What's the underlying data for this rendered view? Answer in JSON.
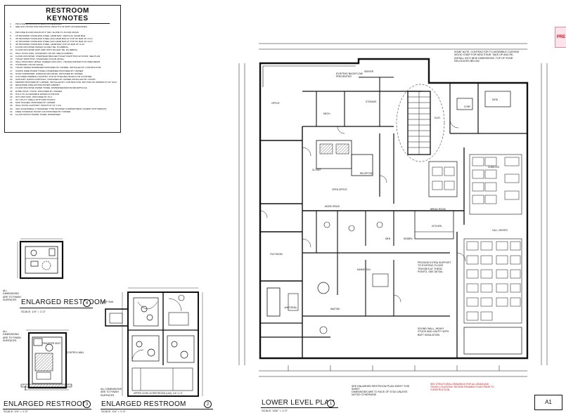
{
  "keynotes": {
    "title": "RESTROOM KEYNOTES",
    "items": [
      "PROVIDE BLOCKING IN WALL AS REQUIRED.",
      "SEE SOLUTIONS FOR MOUNTING HEIGHTS OF BATH ACCESSORIES.",
      "",
      "PROVIDE FLOOR DRAIN W/ 3\" MIN. SLOPE TO FLOOR DRAIN.",
      "18\" BRUSHED STAINLESS STEEL GRAB BAR, VERTICAL GRAB BAR.",
      "36\" BRUSHED STAINLESS STEEL ADA GRAB BAR AT TOP OF BAR 33\" A.F.F.",
      "42\" BRUSHED STAINLESS STEEL ADA GRAB BAR AT TOP OF BAR 33\" A.F.F.",
      "48\" BRUSHED STAINLESS STEEL GRAB BAR TOP OF BAR 33\" A.F.F.",
      "FLOOR MOUNTED WATER CLOSET RE: PLUMBING.",
      "FLOOR MOUNTED MOP SINK WITH FAUCET RE: PLUMBING.",
      "WALL HUNG SINK, STANDARD COLOR, SEE PLUMBING.",
      "FLOOR MOUNTED, OVERHEAD BRACED TOILET PARTITION W/ DOOR, SEE PLAN.",
      "TOILET PARTITION, STANDARD COLOR (W/LE).",
      "WALL MOUNTED URINAL SCREEN (SPLASH) - HEADQUARTERS POLYMER RESIN.",
      "STANDARD COLOR (W/LE).",
      "TOILET PAPER DISPENSER PROVIDED BY OWNER, INSTALLED BY CONTRACTOR.",
      "HANDS FREE PAPER TOWEL DISPENSER PROVIDED BY OWNER.",
      "SOAP DISPENSER, SURFACE MOUNTED. PROVIDED BY OWNER.",
      "CULTURED MARBLE LAVATORY TOP W/ INTEGRAL BOWLS ON COUNTER.",
      "SANITARY NAPKIN DISPOSAL, PROVIDED BY OWNER INSTALLED BY CONTR.",
      "MIRROR PROVIDED BY OWNER, INSTALLED BY CONTRACTOR. BOTTOM OF MIRROR AT 40\" MAX.",
      "RECESSED FIRE EXTINGUISHER CABINET.",
      "FLOOR MOUNTED PAPER TOWEL DISPENSER/WASTE RECEPTACLE.",
      "ROBE HOOK / HOOK, PROVIDED BY OWNER.",
      "HALO HC ACCESSIBLE WATER FOUNTAIN.",
      "HOT MOP SINK, PROVIDED BY PLU.",
      "30\" UTILITY SHELF WITH MOP HOOKS.",
      "MOP HOLDER, PROVIDED BY OWNER.",
      "WALL HUNG LAVATORY, MOUNT AT 34\" A.F.F.",
      "ADA ACCESSIBLE 4 TRANSFER TYPE SHOWER COMPARTMENT (INSERT WITH BENCH).",
      "FREE STANDING TRASH CAN PROVIDED BY OWNER.",
      "FLUSH MOUNT PAPER TOWEL DISPENSER."
    ]
  },
  "details": [
    {
      "title": "ENLARGED RESTROOM",
      "number": "4",
      "scale": "SCALE: 1/4\" = 1'-0\""
    },
    {
      "title": "ENLARGED RESTROOM",
      "number": "3",
      "scale": "SCALE: 1/4\" = 1'-0\""
    },
    {
      "title": "ENLARGED RESTROOM",
      "number": "2",
      "scale": "SCALE: 1/4\" = 1'-0\""
    },
    {
      "title": "LOWER LEVEL PLAN",
      "number": "1",
      "scale": "SCALE: 3/32\" = 1'-0\""
    }
  ],
  "side_notes": {
    "note4": "ALL DIMENSIONS ARE TO FINISH SURFACES",
    "note3": "ALL DIMENSIONS ARE TO FINISH SURFACES",
    "note2": "ALL DIMENSIONS ARE TO FINISH SURFACES",
    "transfer_seat": "TRANSFER SEAT",
    "control_wall": "CONTROL WALL",
    "mop_sink": "MOP SINK",
    "upper_level": "UPPER LEVEL IN RESTROOM (L&S), 1/4\"=1'-0\""
  },
  "plan_notes": {
    "gas_note": "EXISTING BACKFLOW PREVENTER",
    "stair_note": "SOME NOTE, CONTRACTOR TO ASSEMBLE CURVING WOOD STAIR FOR NEW STAIR. TAKE UP AND RE-INSTALL INTO NEW DIMENSIONS. TOP OF STAIR RELOCATED BELOW.",
    "beam_note": "PROVIDE EXTRA SUPPORT TO EXISTING FLOOR TRUSSES AT THESE POINTS, SEE DETAIL",
    "sound_note": "SOUND WALL, HEAVY STUDS AND CAVITY WITH BATT INSULATION",
    "bottom_note1": "SEE ENLARGED RESTROOM PLAN SHEET THIS SHEET",
    "bottom_note2": "DIMENSIONS ARE TO FACE OF STUD UNLESS NOTED OTHERWISE",
    "red_note": "SEE STRUCTURAL DRAWINGS FOR ALL BEAM AND TRUSS LOCATIONS. REVIEW FRAMING PLAN PRIOR TO CONSTRUCTION.",
    "sheet_id": "A1",
    "stamp": "PRE"
  },
  "rooms": [
    "BREAK ROOM",
    "CONF.",
    "OFFICE",
    "RECEPTION",
    "STORAGE",
    "WORK SPACE",
    "OPEN OFFICE",
    "CALL CENTER",
    "MARKETING",
    "JANITORIAL",
    "MECH.",
    "SERVER",
    "CLOSET",
    "WOMEN",
    "MEN",
    "ELEV.",
    "FILE ROOM",
    "DATA",
    "CUBICLES",
    "KITCHEN",
    "WAITING"
  ]
}
